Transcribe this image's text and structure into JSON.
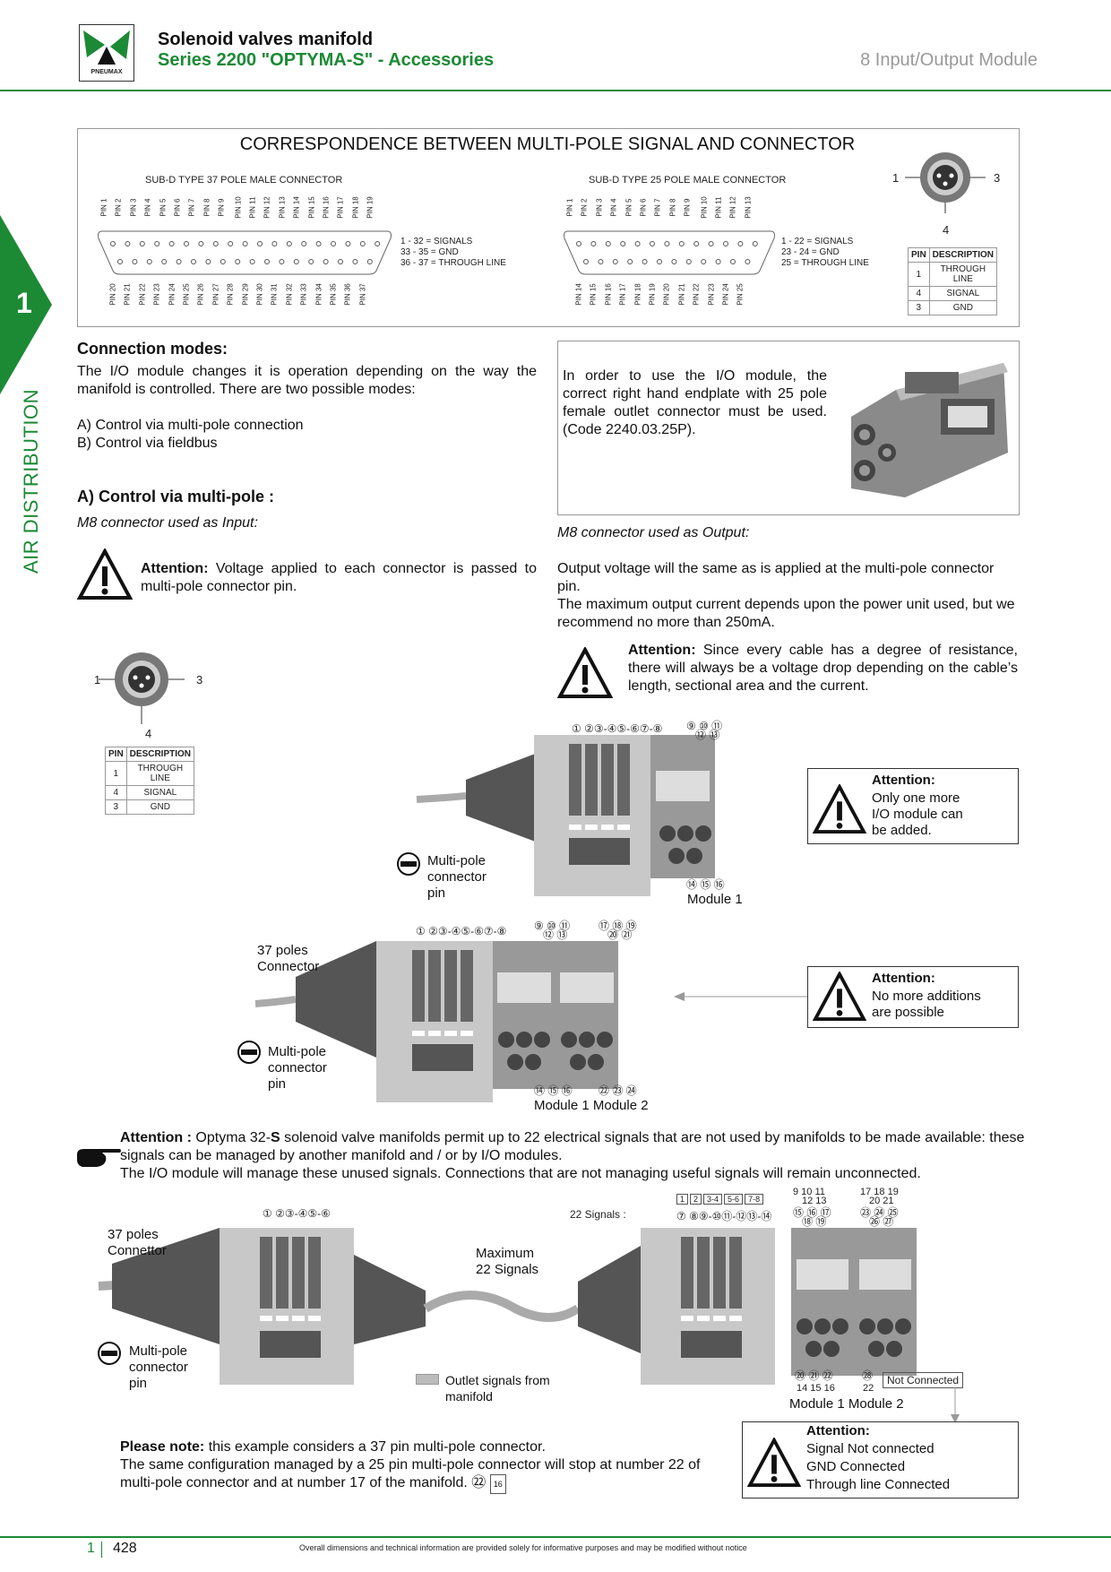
{
  "header": {
    "brand": "PNEUMAX",
    "title": "Solenoid valves manifold",
    "subtitle": "Series 2200 \"OPTYMA-S\" - Accessories",
    "section": "8 Input/Output Module"
  },
  "side": {
    "chapter": "1",
    "label": "AIR DISTRIBUTION"
  },
  "correspondence": {
    "title": "CORRESPONDENCE BETWEEN MULTI-POLE SIGNAL AND CONNECTOR",
    "sub37": {
      "label": "SUB-D TYPE 37 POLE MALE CONNECTOR",
      "top_pins": [
        "PIN 1",
        "PIN 2",
        "PIN 3",
        "PIN 4",
        "PIN 5",
        "PIN 6",
        "PIN 7",
        "PIN 8",
        "PIN 9",
        "PIN 10",
        "PIN 11",
        "PIN 12",
        "PIN 13",
        "PIN 14",
        "PIN 15",
        "PIN 16",
        "PIN 17",
        "PIN 18",
        "PIN 19"
      ],
      "bottom_pins": [
        "PIN 20",
        "PIN 21",
        "PIN 22",
        "PIN 23",
        "PIN 24",
        "PIN 25",
        "PIN 26",
        "PIN 27",
        "PIN 28",
        "PIN 29",
        "PIN 30",
        "PIN 31",
        "PIN 32",
        "PIN 33",
        "PIN 34",
        "PIN 35",
        "PIN 36",
        "PIN 37"
      ],
      "legend": [
        "1 - 32 = SIGNALS",
        "33 - 35 = GND",
        "36 - 37 = THROUGH LINE"
      ]
    },
    "sub25": {
      "label": "SUB-D TYPE 25 POLE MALE CONNECTOR",
      "top_pins": [
        "PIN 1",
        "PIN 2",
        "PIN 3",
        "PIN 4",
        "PIN 5",
        "PIN 6",
        "PIN 7",
        "PIN 8",
        "PIN 9",
        "PIN 10",
        "PIN 11",
        "PIN 12",
        "PIN 13"
      ],
      "bottom_pins": [
        "PIN 14",
        "PIN 15",
        "PIN 16",
        "PIN 17",
        "PIN 18",
        "PIN 19",
        "PIN 20",
        "PIN 21",
        "PIN 22",
        "PIN 23",
        "PIN 24",
        "PIN 25"
      ],
      "legend": [
        "1 - 22 = SIGNALS",
        "23 - 24 = GND",
        "25 = THROUGH LINE"
      ]
    },
    "m8": {
      "l1": "1",
      "l3": "3",
      "l4": "4"
    },
    "pin_table": {
      "h_pin": "PIN",
      "h_desc": "DESCRIPTION",
      "rows": [
        [
          "1",
          "THROUGH LINE"
        ],
        [
          "4",
          "SIGNAL"
        ],
        [
          "3",
          "GND"
        ]
      ]
    }
  },
  "connection": {
    "heading": "Connection modes:",
    "para": "The I/O module changes it is operation depending on the way the manifold is controlled.  There are two possible modes:",
    "modeA": "A)   Control via multi-pole connection",
    "modeB": "B)   Control via fieldbus",
    "io_note": "In order to use the I/O module, the correct right hand endplate with 25 pole female outlet connector must be used. (Code 2240.03.25P)."
  },
  "sectionA": {
    "heading": "A) Control via multi-pole :",
    "input_label": "M8 connector used as Input:",
    "input_attn_bold": "Attention:",
    "input_attn": " Voltage applied to each connector is passed to multi-pole connector pin.",
    "output_label": "M8 connector used as Output:",
    "output_p1": "Output voltage will the same as is applied at the multi-pole connector pin.",
    "output_p2": "The maximum output current depends upon the power unit used, but we recommend no more than 250mA.",
    "output_attn_bold": "Attention:",
    "output_attn": " Since every cable has a degree of resistance, there will always be a voltage drop depending on the cable’s length, sectional area and the current."
  },
  "diagram1": {
    "valve_nums": "① ②③-④⑤-⑥⑦-⑧",
    "mod_top": "⑨ ⑩ ⑪",
    "mod_top2": "⑫ ⑬",
    "mod_bot": "⑭ ⑮ ⑯",
    "module_label": "Module 1",
    "multipole": "Multi-pole connector pin",
    "attn_title": "Attention:",
    "attn_text": "Only one more I/O module can be added."
  },
  "diagram2": {
    "conn_label": "37 poles Connector",
    "valve_nums": "① ②③-④⑤-⑥⑦-⑧",
    "mod1_top": "⑨ ⑩ ⑪",
    "mod1_top2": "⑫ ⑬",
    "mod2_top": "⑰ ⑱ ⑲",
    "mod2_top2": "⑳ ㉑",
    "mod1_bot": "⑭ ⑮ ⑯",
    "mod2_bot": "㉒ ㉓ ㉔",
    "module_labels": "Module 1 Module 2",
    "multipole": "Multi-pole connector pin",
    "attn_title": "Attention:",
    "attn_text": "No more additions are possible"
  },
  "attention_note": {
    "bold": "Attention :",
    "text1": " Optyma 32-",
    "bold2": "S",
    "text2": " solenoid valve manifolds permit up to 22 electrical signals that are not used by manifolds to be made available: these signals can be managed by another manifold and / or by I/O modules.",
    "text3": "The I/O module will manage these unused signals.  Connections that are not managing useful signals will remain unconnected."
  },
  "diagram3": {
    "conn_label": "37 poles Connettor",
    "left_valve_nums": "① ②③-④⑤-⑥",
    "max_signals": "Maximum 22 Signals",
    "signals22": "22 Signals :",
    "sq_nums": [
      "1",
      "2",
      "3-4",
      "5-6",
      "7-8"
    ],
    "circ_nums": "⑦ ⑧⑨-⑩⑪-⑫⑬-⑭",
    "mod1_top": "9 10 11",
    "mod1_top2": "12 13",
    "mod1_mid": "⑮ ⑯ ⑰",
    "mod1_mid2": "⑱ ⑲",
    "mod2_top": "17 18 19",
    "mod2_top2": "20 21",
    "mod2_mid": "㉓ ㉔ ㉕",
    "mod2_mid2": "㉖ ㉗",
    "mod1_bot": "⑳ ㉑ ㉒",
    "mod1_bot2": "14  15  16",
    "mod2_bot": "㉘",
    "mod2_bot2": "22",
    "not_connected": "Not Connected",
    "module_labels": "Module 1  Module 2",
    "multipole": "Multi-pole connector pin",
    "outlet": "Outlet signals from manifold",
    "attn_title": "Attention:",
    "attn_l1": "Signal Not connected",
    "attn_l2": "GND Connected",
    "attn_l3": "Through line Connected"
  },
  "please_note": {
    "bold": "Please note:",
    "t1": " this example considers a 37 pin multi-pole connector.",
    "t2": "The same configuration managed by a 25 pin multi-pole connector will stop at number 22 of multi-pole connector and at number 17 of the manifold.",
    "n1": "㉒",
    "n2": "16"
  },
  "footer": {
    "chapter": "1",
    "page": "428",
    "disclaimer": "Overall dimensions and technical information are provided solely for informative purposes and may be modified without notice"
  }
}
